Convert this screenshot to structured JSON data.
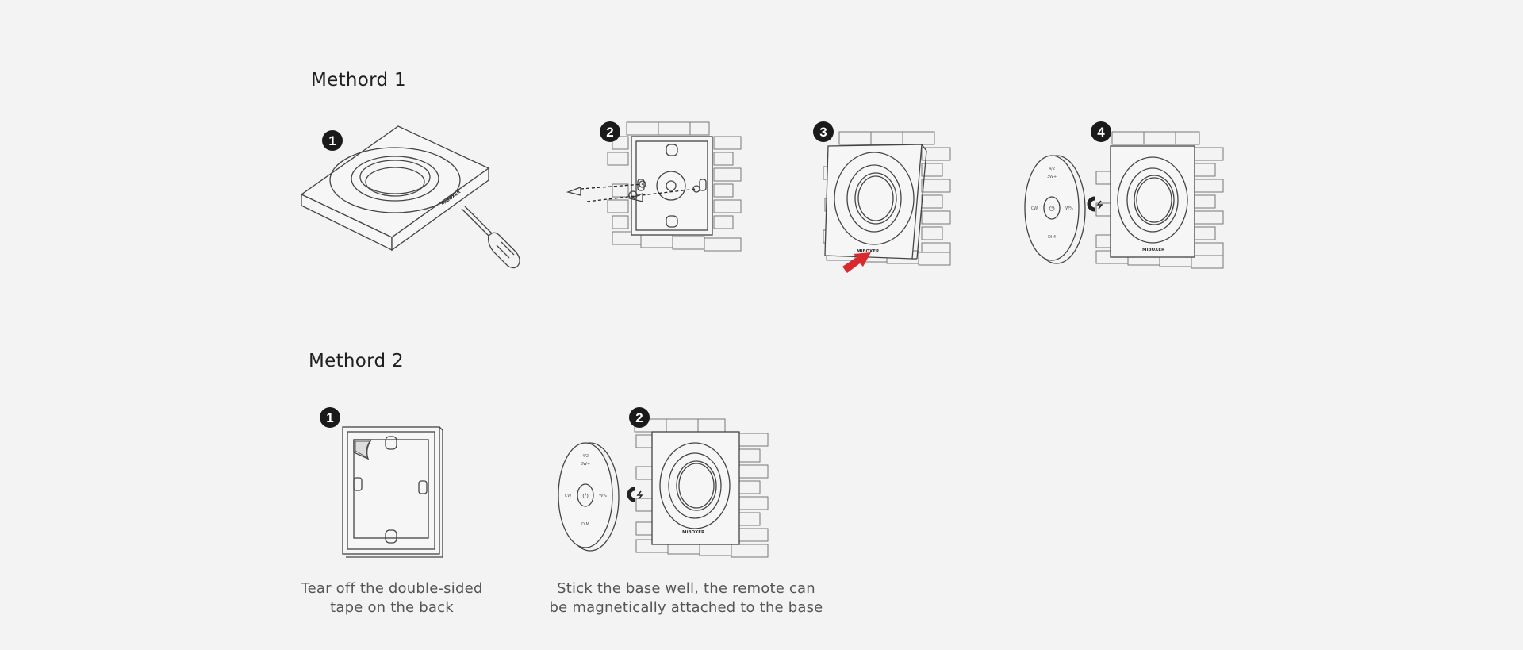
{
  "method1": {
    "heading": "Methord 1",
    "steps": [
      {
        "number": "1",
        "logo": "MiBOXER"
      },
      {
        "number": "2"
      },
      {
        "number": "3",
        "logo": "MiBOXER"
      },
      {
        "number": "4",
        "logo": "MiBOXER"
      }
    ]
  },
  "method2": {
    "heading": "Methord 2",
    "steps": [
      {
        "number": "1",
        "caption_line1": "Tear off the double-sided",
        "caption_line2": "tape on the back"
      },
      {
        "number": "2",
        "logo": "MiBOXER",
        "caption_line1": "Stick the base well, the remote can",
        "caption_line2": "be magnetically attached to the base"
      }
    ]
  },
  "remote_labels": {
    "top": "4/2",
    "upper": "3W+",
    "left": "CW",
    "right": "W%",
    "bottom": "DIM"
  },
  "colors": {
    "background": "#f3f3f3",
    "badge": "#1a1a1a",
    "arrow": "#d8292f",
    "line": "#444444"
  }
}
